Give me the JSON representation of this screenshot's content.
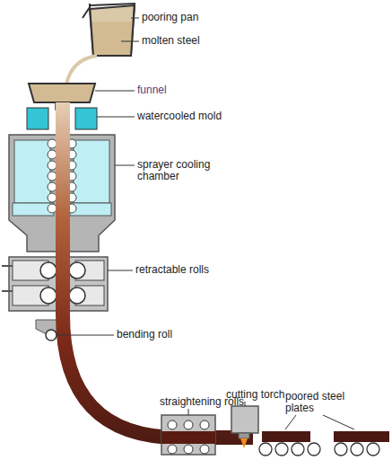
{
  "diagram": {
    "labels": [
      "pooring pan",
      "molten steel",
      "funnel",
      "watercooled mold",
      "sprayer cooling chamber",
      "retractable rolls",
      "bending roll",
      "straightening rolls",
      "cutting torch",
      "poored steel plates"
    ]
  }
}
